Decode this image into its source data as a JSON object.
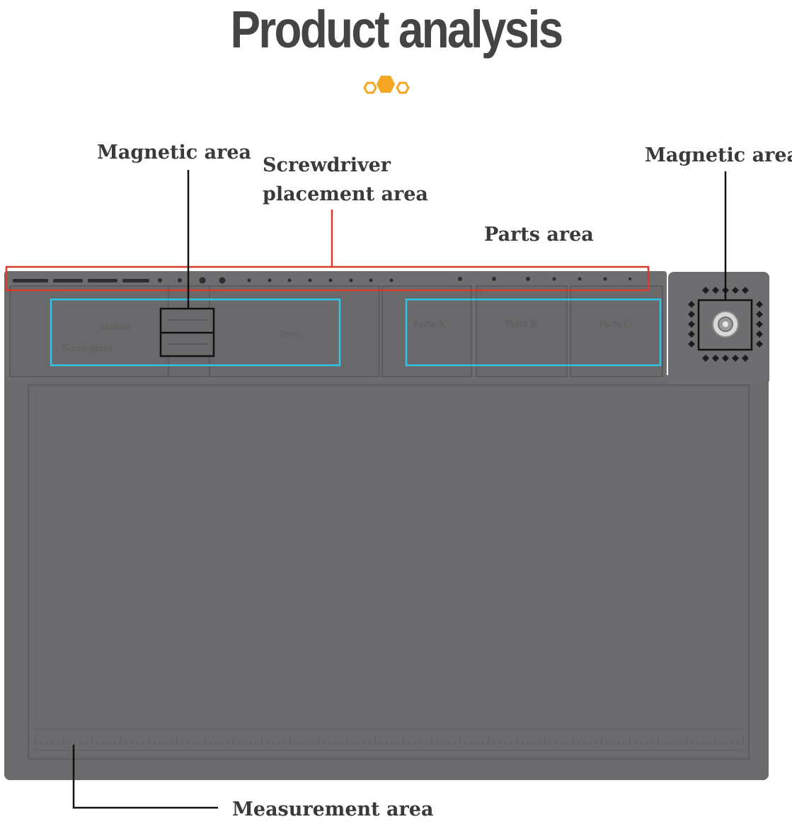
{
  "title": "Product analysis",
  "labels": {
    "magnetic_left": "Magnetic area",
    "screwdriver_line1": "Screwdriver",
    "screwdriver_line2": "placement area",
    "parts": "Parts area",
    "magnetic_right": "Magnetic area",
    "measurement": "Measurement area"
  },
  "mat_compartment_labels": {
    "left_1": "Screws",
    "left_1b": "Small parts",
    "left_2": "Tools",
    "parts_a": "Parts A",
    "parts_b": "Parts B",
    "parts_c": "Parts C"
  },
  "colors": {
    "title": "#444444",
    "mat": "#6b6b6d",
    "mat_border": "#5a5a5c",
    "highlight_red": "#d93a2b",
    "highlight_cyan": "#2ec4e6",
    "callout_black": "#111111",
    "accent_orange": "#f5a623"
  },
  "icons": {
    "decor": "hexagon-trio-icon",
    "magnet": "magnetic-screw-icon"
  }
}
